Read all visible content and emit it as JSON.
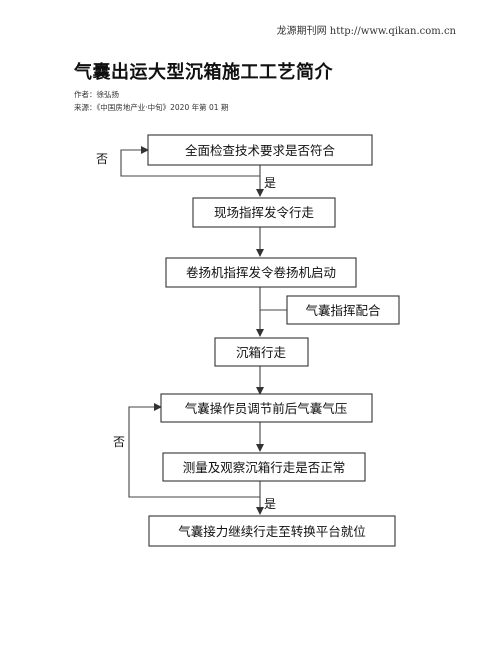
{
  "header": {
    "site": "龙源期刊网 http://www.qikan.com.cn"
  },
  "article": {
    "title": "气囊出运大型沉箱施工工艺简介",
    "author": "作者：徐弘扬",
    "source": "来源：《中国房地产业·中旬》2020 年第 01 期"
  },
  "flowchart": {
    "steps": [
      "全面检查技术要求是否符合",
      "现场指挥发令行走",
      "卷扬机指挥发令卷扬机启动",
      "沉箱行走",
      "气囊操作员调节前后气囊气压",
      "测量及观察沉箱行走是否正常",
      "气囊接力继续行走至转换平台就位"
    ],
    "side_note": "气囊指挥配合",
    "labels": {
      "no_1": "否",
      "yes_1": "是",
      "no_2": "否",
      "yes_2": "是"
    }
  }
}
